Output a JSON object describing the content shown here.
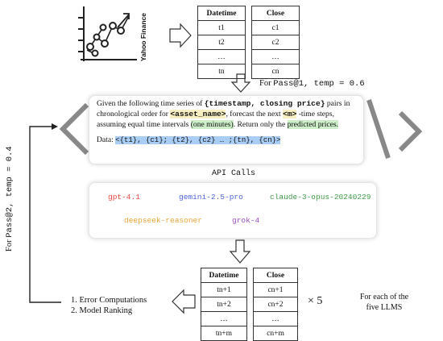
{
  "source_label": "Yahoo Finance",
  "table_input": {
    "headers": [
      "Datetime",
      "Close"
    ],
    "rows": [
      [
        "t1",
        "c1"
      ],
      [
        "t2",
        "c2"
      ],
      [
        "…",
        "…"
      ],
      [
        "tn",
        "cn"
      ]
    ]
  },
  "pass1_label": {
    "prefix": "For ",
    "code": "Pass@1, temp = 0.6"
  },
  "pass2_label": {
    "prefix": "For ",
    "code": "Pass@2, temp = 0.4"
  },
  "prompt": {
    "t1": "Given the following time series of ",
    "t2": "{timestamp, closing price}",
    "t3": " pairs in chronological order for ",
    "t4": "<asset_name>",
    "t5": ", forecast the next ",
    "t6": "<m>",
    "t7": " -time steps, assuming equal time intervals ",
    "t8": "(one minutes)",
    "t9": ". Return only the ",
    "t10": "predicted prices.",
    "data_label": "Data: ",
    "data_value": "<{t1}, {c1}; {t2}, {c2} … ;{tn}, {cn}>"
  },
  "api_title": "API Calls",
  "models": [
    {
      "name": "gpt-4.1",
      "color": "#e0463c"
    },
    {
      "name": "gemini-2.5-pro",
      "color": "#4a63d6"
    },
    {
      "name": "claude-3-opus-20240229",
      "color": "#3f9a47"
    },
    {
      "name": "deepseek-reasoner",
      "color": "#e8a53a"
    },
    {
      "name": "grok-4",
      "color": "#9b4fc0"
    }
  ],
  "table_output": {
    "headers": [
      "Datetime",
      "Close"
    ],
    "rows": [
      [
        "tn+1",
        "cn+1"
      ],
      [
        "tn+2",
        "cn+2"
      ],
      [
        "…",
        "…"
      ],
      [
        "tn+m",
        "cn+m"
      ]
    ]
  },
  "multiplier": "× 5",
  "per_llm_note": [
    "For each of the",
    "five LLMS"
  ],
  "steps": [
    "1.  Error Computations",
    "2.  Model Ranking"
  ]
}
